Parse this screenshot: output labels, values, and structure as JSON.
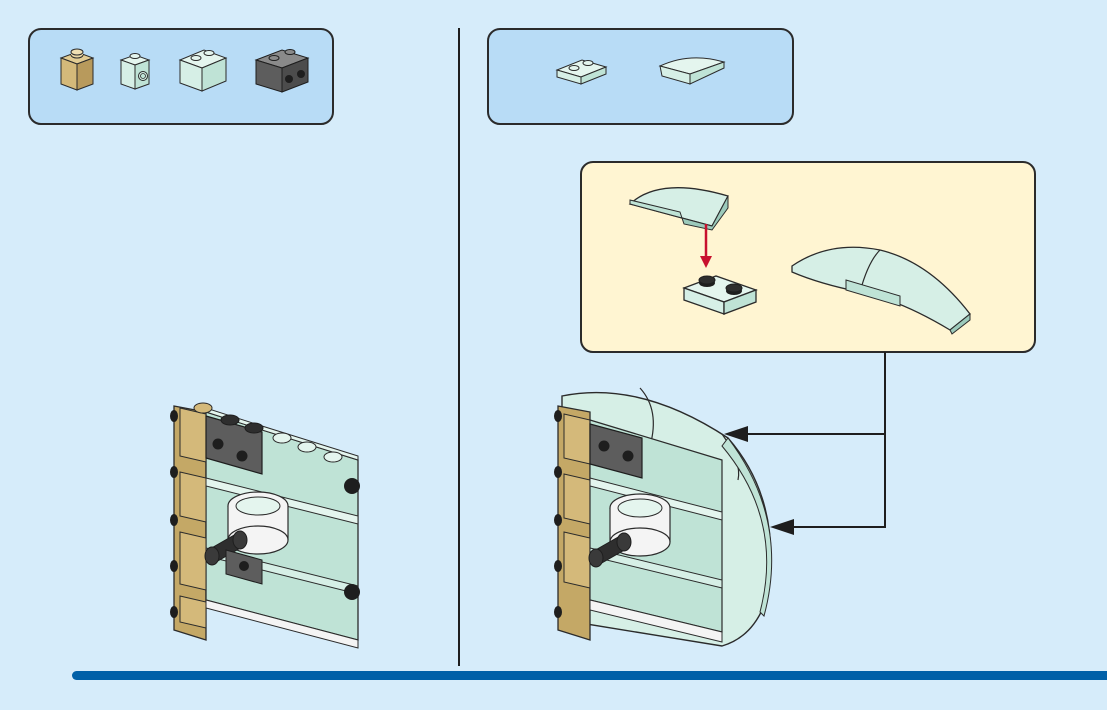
{
  "page": {
    "background": "#d6ecfa",
    "footer_bar_color": "#0060a8"
  },
  "colors": {
    "parts_box_fill": "#b8dcf6",
    "subassembly_box_fill": "#fff5d2",
    "outline": "#2b2b2b",
    "tan": "#d4b97a",
    "tan_dark": "#b89a5c",
    "sand_green_light": "#d6efe6",
    "sand_green": "#bfe3d6",
    "sand_green_dark": "#9ccabb",
    "dark_gray": "#5d5d5d",
    "dark_gray_top": "#767676",
    "black": "#1e1e1e",
    "white": "#f4f4f4",
    "arrow_red": "#c8102e"
  },
  "steps": [
    {
      "parts": [
        {
          "icon": "tan-1x1-brick-icon",
          "color": "tan"
        },
        {
          "icon": "sand-green-1x1-brick-with-stud-icon",
          "color": "sand_green_light"
        },
        {
          "icon": "sand-green-1x2-brick-icon",
          "color": "sand_green_light"
        },
        {
          "icon": "dark-gray-1x2-brick-with-studs-icon",
          "color": "dark_gray"
        }
      ]
    },
    {
      "parts": [
        {
          "icon": "sand-green-1x2-plate-icon",
          "color": "sand_green_light"
        },
        {
          "icon": "sand-green-curved-slope-icon",
          "color": "sand_green_light"
        }
      ]
    }
  ]
}
